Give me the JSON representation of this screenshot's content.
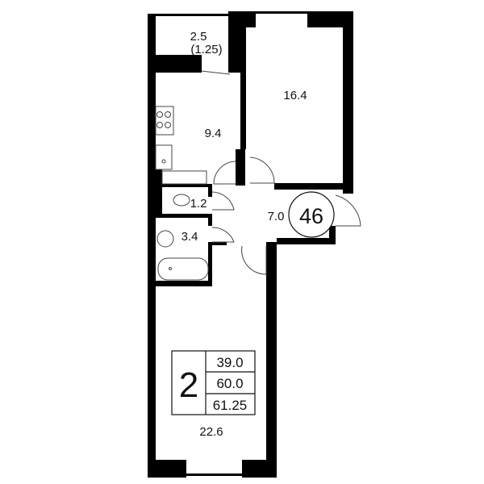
{
  "plan": {
    "apartment_number": "46",
    "rooms": {
      "balcony_area": "2.5",
      "balcony_reduced_area": "(1.25)",
      "bedroom": "16.4",
      "kitchen": "9.4",
      "toilet": "1.2",
      "bathroom": "3.4",
      "hall": "7.0",
      "living_room": "22.6"
    },
    "summary": {
      "room_count": "2",
      "living_area": "39.0",
      "total_area": "60.0",
      "total_with_balcony": "61.25"
    },
    "colors": {
      "wall": "#000000",
      "background": "#ffffff",
      "line": "#222222"
    }
  }
}
